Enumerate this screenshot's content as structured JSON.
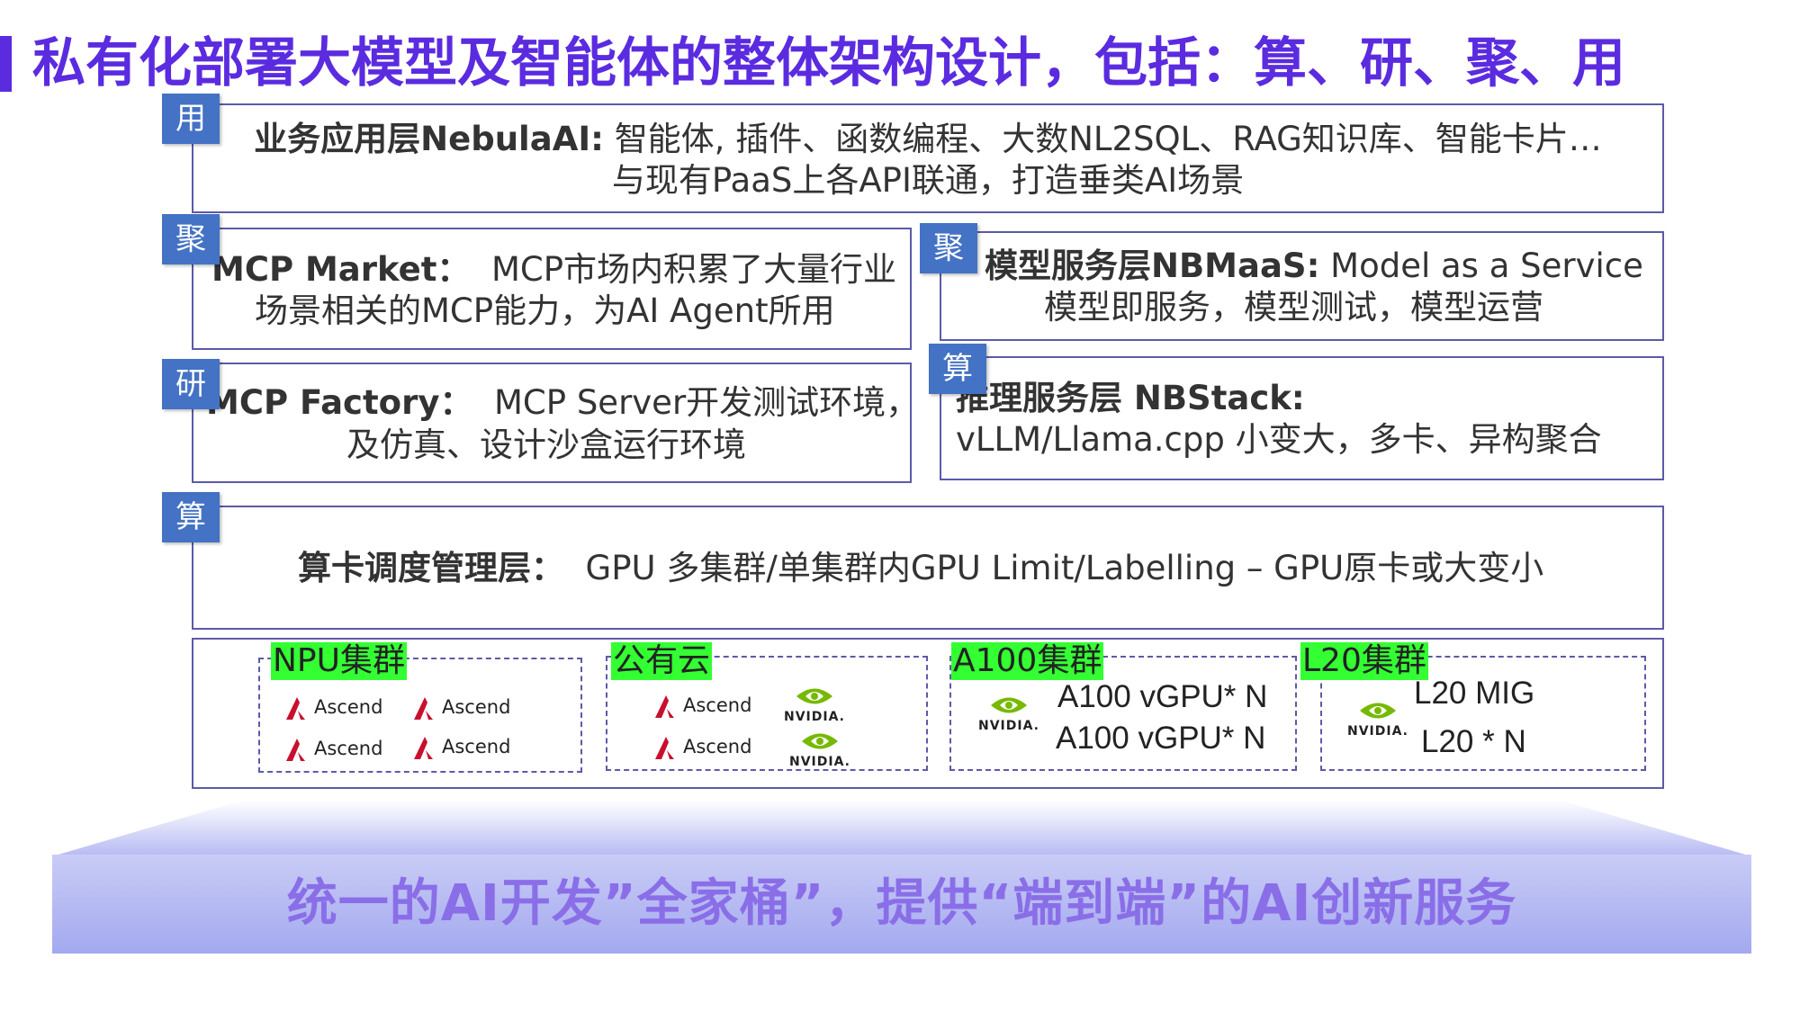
{
  "title": "私有化部署大模型及智能体的整体架构设计，包括：算、研、聚、用",
  "tags": {
    "yong": "用",
    "ju": "聚",
    "yan": "研",
    "suan": "算"
  },
  "app_layer": {
    "label": "业务应用层NebulaAI:",
    "text1": "智能体, 插件、函数编程、大数NL2SQL、RAG知识库、智能卡片…",
    "text2": "与现有PaaS上各API联通，打造垂类AI场景"
  },
  "mcp_market": {
    "label": "MCP Market：",
    "text1": "MCP市场内积累了大量行业",
    "text2": "场景相关的MCP能力，为AI Agent所用"
  },
  "maas": {
    "label": "模型服务层NBMaaS:",
    "text1": "Model as a Service",
    "text2": "模型即服务，模型测试，模型运营"
  },
  "mcp_factory": {
    "label": "MCP Factory：",
    "text1": "MCP Server开发测试环境，",
    "text2": "及仿真、设计沙盒运行环境"
  },
  "nbstack": {
    "label": "推理服务层 NBStack:",
    "text2": "vLLM/Llama.cpp 小变大，多卡、异构聚合"
  },
  "scheduling": {
    "label": "算卡调度管理层：",
    "text": "GPU 多集群/单集群内GPU Limit/Labelling – GPU原卡或大变小"
  },
  "clusters": {
    "npu": {
      "label": "NPU集群"
    },
    "public": {
      "label": "公有云"
    },
    "a100": {
      "label": "A100集群",
      "line1": "A100 vGPU* N",
      "line2": "A100 vGPU* N"
    },
    "l20": {
      "label": "L20集群",
      "line1": "L20 MIG",
      "line2": "L20 * N"
    }
  },
  "logos": {
    "ascend": "Ascend",
    "nvidia": "NVIDIA."
  },
  "bottom_banner": "统一的AI开发”全家桶”，提供“端到端”的AI创新服务",
  "colors": {
    "title": "#5b2be0",
    "tag_bg": "#4472c4",
    "box_border": "#5c5aa8",
    "cluster_highlight": "#33ff33",
    "banner_text": "#8a6ee8",
    "ascend_red": "#c8102e",
    "nvidia_green": "#76b900"
  }
}
